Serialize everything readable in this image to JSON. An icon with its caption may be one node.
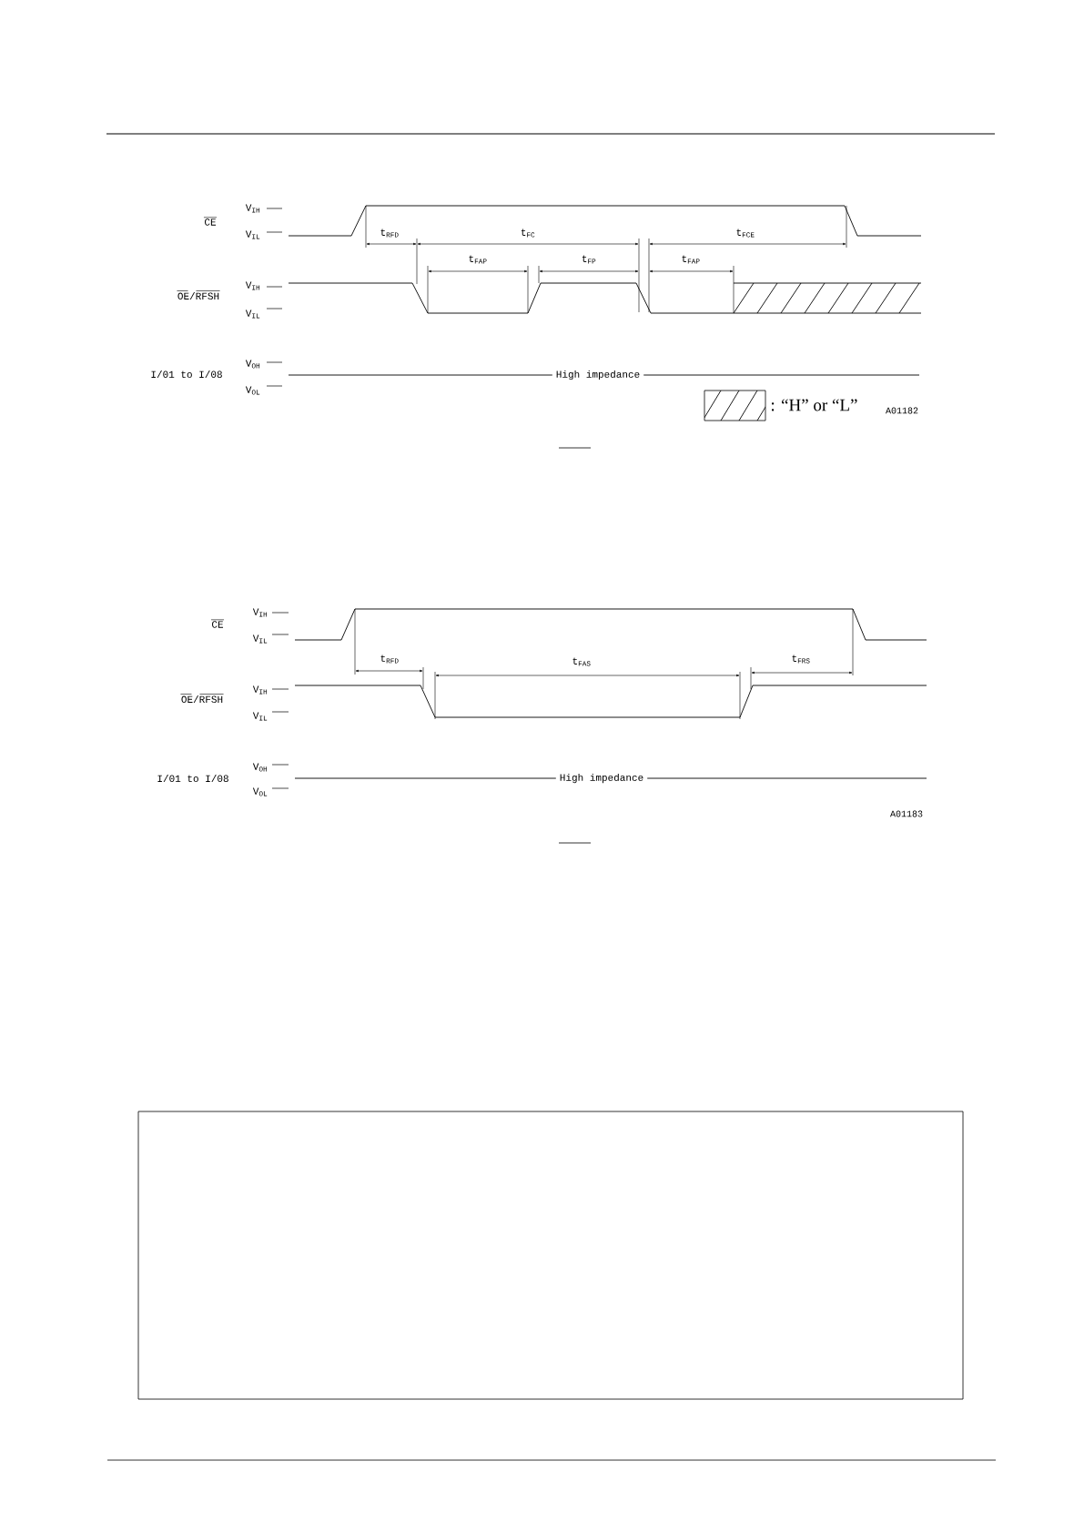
{
  "diagram": {
    "labels": [
      "V$_{IH}$",
      "CE",
      "V$_{IL}$",
      "t$_{RFD}$",
      "t$_{FC}$",
      "t$_{FCE}$",
      "t$_{FAP}$",
      "t$_{FP}$",
      "t$_{FAP}$",
      "V$_{IH}$",
      "OE/RFSH",
      "V$_{IL}$",
      "V$_{OH}$",
      "I/01 to I/08",
      "High impedance",
      "V$_{OL}$",
      "A01182",
      "V$_{IH}$",
      "CE",
      "V$_{IL}$",
      "t$_{RFD}$",
      "t$_{FAS}$",
      "t$_{FRS}$",
      "V$_{IH}$",
      "OE/RFSH",
      "V$_{IL}$",
      "V$_{OH}$",
      "I/01 to I/08",
      "High impedance",
      "V$_{OL}$",
      "A01183"
    ],
    "legend": [
      {
        "text": ": “H” or “L”"
      }
    ]
  }
}
